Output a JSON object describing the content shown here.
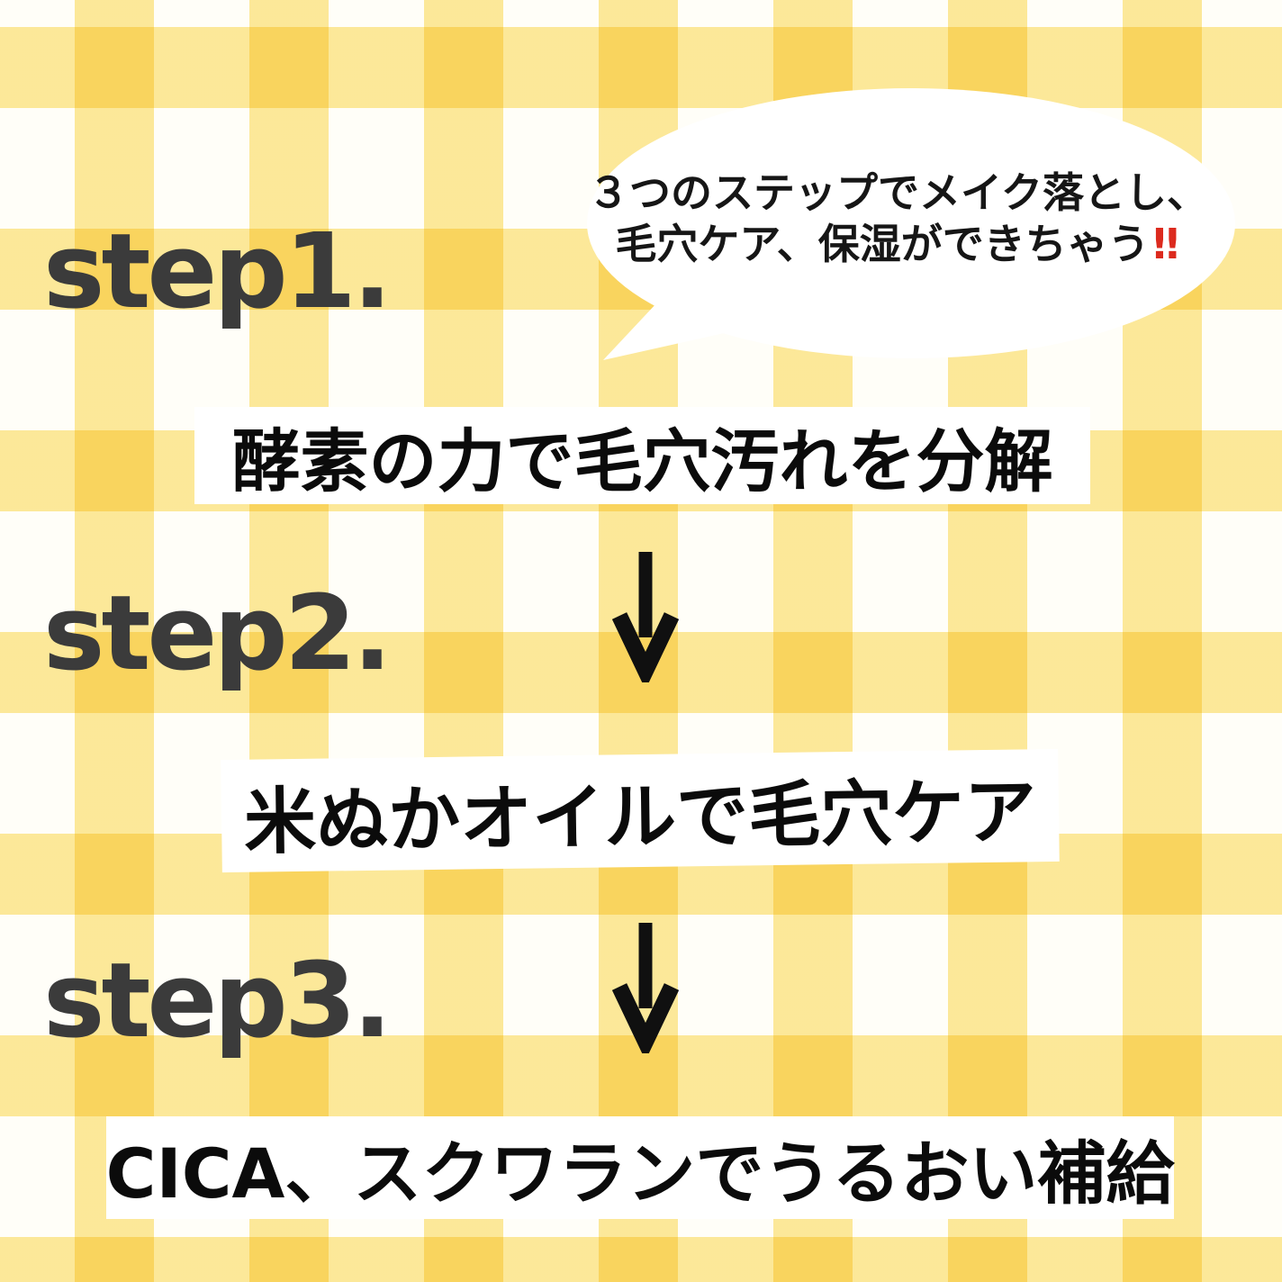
{
  "post": {
    "bubble": {
      "line1": "３つのステップでメイク落とし、",
      "line2": "毛穴ケア、保湿ができちゃう",
      "exclamation": "‼"
    },
    "steps": [
      {
        "label": "step1.",
        "description": "酵素の力で毛穴汚れを分解"
      },
      {
        "label": "step2.",
        "description": "米ぬかオイルで毛穴ケア"
      },
      {
        "label": "step3.",
        "description": "CICA、スクワランでうるおい補給"
      }
    ],
    "down_arrow_icon": "↓",
    "colors": {
      "background": "#FFFEF8",
      "gingham_stripe": "#FCE99D",
      "gingham_intersection": "#F8D968",
      "step_label": "#3B3B3B",
      "text": "#0B0B0B",
      "exclamation_red": "#DC2A1E",
      "box_background": "#FFFFFF",
      "bubble_background": "#FFFFFF"
    }
  }
}
